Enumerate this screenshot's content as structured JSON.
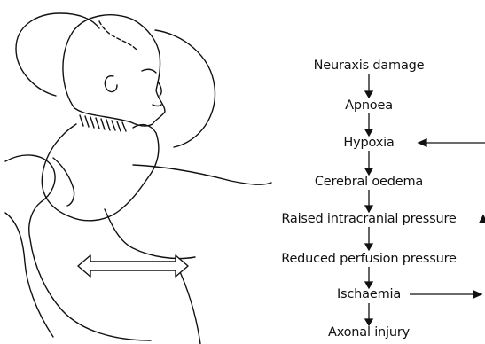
{
  "flowchart": {
    "steps": [
      "Neuraxis damage",
      "Apnoea",
      "Hypoxia",
      "Cerebral oedema",
      "Raised intracranial pressure",
      "Reduced perfusion pressure",
      "Ischaemia",
      "Axonal injury"
    ],
    "feedback_loop": {
      "from": "Ischaemia",
      "to": "Hypoxia"
    }
  },
  "illustration": {
    "subject": "infant-being-shaken",
    "motion_arrow": "double-headed-horizontal"
  },
  "colors": {
    "ink": "#111111",
    "background": "#ffffff"
  }
}
